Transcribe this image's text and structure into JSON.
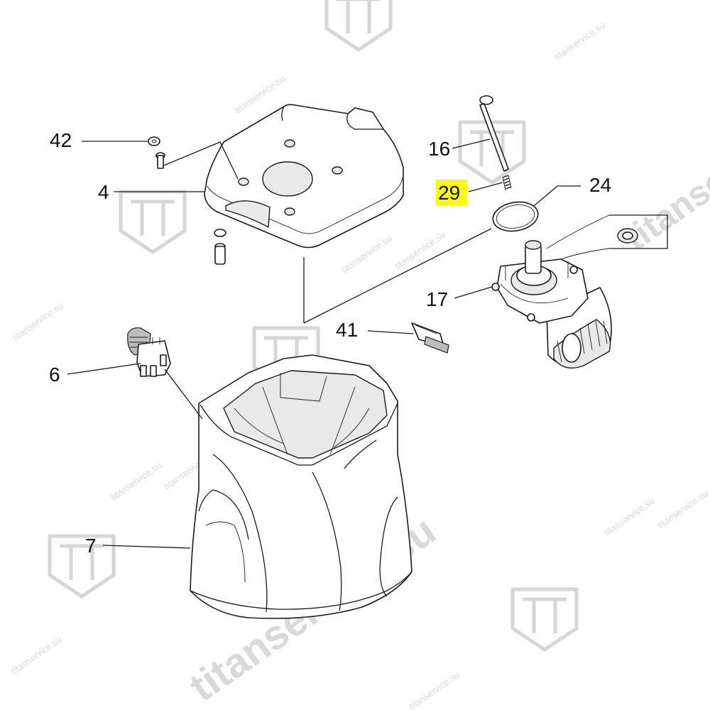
{
  "watermark": {
    "brand": "titanservice.su",
    "logo_icon": "titan-t-logo-icon"
  },
  "callouts": [
    {
      "id": "42",
      "text": "42"
    },
    {
      "id": "4",
      "text": "4"
    },
    {
      "id": "6",
      "text": "6"
    },
    {
      "id": "7",
      "text": "7"
    },
    {
      "id": "16",
      "text": "16"
    },
    {
      "id": "29",
      "text": "29",
      "highlighted": true
    },
    {
      "id": "24",
      "text": "24"
    },
    {
      "id": "17",
      "text": "17"
    },
    {
      "id": "41",
      "text": "41"
    }
  ],
  "colors": {
    "highlight": "#ffff00",
    "line": "#1a1a1a",
    "watermark": "#d6d6d6"
  }
}
